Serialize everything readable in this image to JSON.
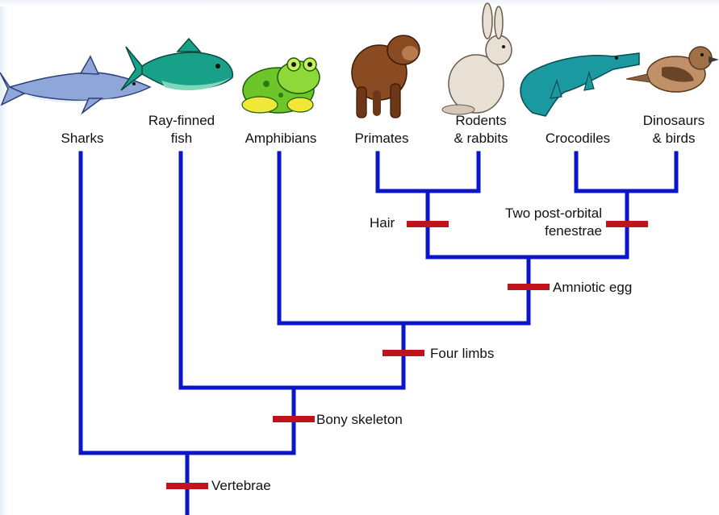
{
  "taxa": [
    {
      "id": "sharks",
      "label": "Sharks",
      "icon": "shark-icon"
    },
    {
      "id": "ray-finned-fish",
      "label": "Ray-finned\nfish",
      "icon": "fish-icon"
    },
    {
      "id": "amphibians",
      "label": "Amphibians",
      "icon": "frog-icon"
    },
    {
      "id": "primates",
      "label": "Primates",
      "icon": "ape-icon"
    },
    {
      "id": "rodents-rabbits",
      "label": "Rodents\n& rabbits",
      "icon": "rabbit-icon"
    },
    {
      "id": "crocodiles",
      "label": "Crocodiles",
      "icon": "crocodile-icon"
    },
    {
      "id": "dinosaurs-birds",
      "label": "Dinosaurs\n& birds",
      "icon": "bird-icon"
    }
  ],
  "traits": [
    {
      "id": "hair",
      "label": "Hair"
    },
    {
      "id": "post-orbital",
      "label": "Two post-orbital\nfenestrae"
    },
    {
      "id": "amniotic-egg",
      "label": "Amniotic egg"
    },
    {
      "id": "four-limbs",
      "label": "Four limbs"
    },
    {
      "id": "bony-skeleton",
      "label": "Bony skeleton"
    },
    {
      "id": "vertebrae",
      "label": "Vertebrae"
    }
  ],
  "colors": {
    "branch": "#0a16c8",
    "trait_mark": "#c0141c"
  }
}
